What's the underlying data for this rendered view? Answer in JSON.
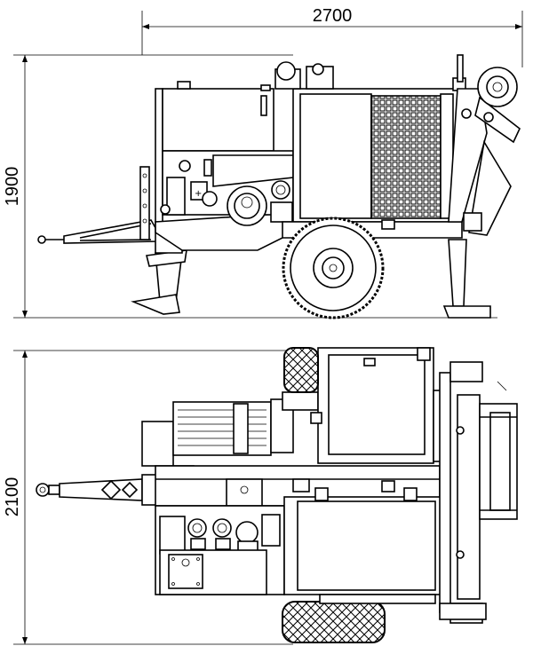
{
  "dimensions": {
    "overall_length": "2700",
    "overall_height": "1900",
    "overall_width": "2100"
  },
  "colors": {
    "line": "#000000",
    "background": "#ffffff",
    "shade": "#d9d9d9"
  }
}
